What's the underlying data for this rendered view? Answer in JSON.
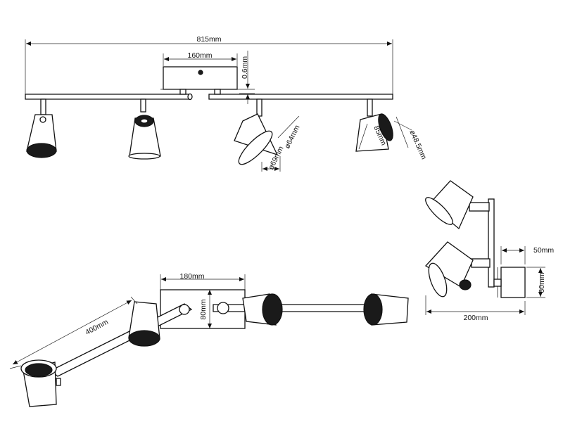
{
  "dimensions": {
    "overall_length": "815mm",
    "canopy_length": "160mm",
    "bar_gap": "0.6mm",
    "shade_small_dia": "ø64mm",
    "shade_large_dia": "ø69mm",
    "shade_length": "85mm",
    "shade_small_end": "ø48.5mm",
    "plate_length": "180mm",
    "plate_width": "80mm",
    "arm_length": "400mm",
    "side_width": "200mm",
    "side_canopy_depth": "50mm",
    "side_canopy_height": "60mm"
  }
}
